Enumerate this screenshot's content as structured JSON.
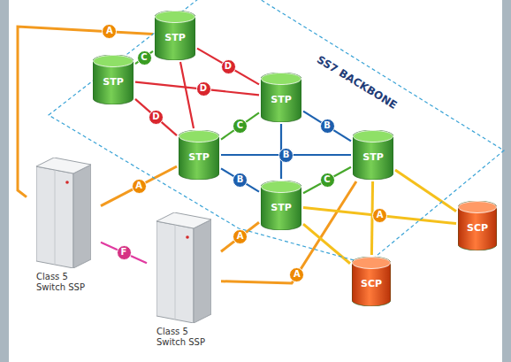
{
  "diagram": {
    "nodes": [
      {
        "text": [
          "SS7 BACKBONE"
        ]
      },
      {
        "text": [
          "STP"
        ],
        "in": 0
      },
      {
        "text": [
          "STP"
        ],
        "in": 0
      },
      {
        "text": [
          "STP"
        ],
        "in": 0
      },
      {
        "text": [
          "STP"
        ],
        "in": 0
      },
      {
        "text": [
          "STP"
        ],
        "in": 0
      },
      {
        "text": [
          "STP"
        ],
        "in": 0
      },
      {
        "text": [
          "SCP"
        ]
      },
      {
        "text": [
          "SCP"
        ]
      },
      {
        "text": [
          "Class 5 Switch SSP"
        ]
      },
      {
        "text": [
          "Class 5 Switch SSP"
        ]
      }
    ],
    "edges": [
      {
        "from": 2,
        "to": 1,
        "label": "C",
        "arrow": "none"
      },
      {
        "from": 1,
        "to": 3,
        "label": "D",
        "arrow": "none"
      },
      {
        "from": 2,
        "to": 3,
        "label": "D",
        "arrow": "none"
      },
      {
        "from": 2,
        "to": 4,
        "label": "D",
        "arrow": "none"
      },
      {
        "from": 1,
        "to": 4,
        "arrow": "none"
      },
      {
        "from": 4,
        "to": 3,
        "label": "C",
        "arrow": "none"
      },
      {
        "from": 3,
        "to": 5,
        "label": "B",
        "arrow": "none"
      },
      {
        "from": 4,
        "to": 5,
        "label": "B",
        "arrow": "none"
      },
      {
        "from": 4,
        "to": 6,
        "label": "B",
        "arrow": "none"
      },
      {
        "from": 3,
        "to": 6,
        "arrow": "none"
      },
      {
        "from": 6,
        "to": 5,
        "label": "C",
        "arrow": "none"
      },
      {
        "from": 9,
        "to": 1,
        "label": "A",
        "arrow": "none"
      },
      {
        "from": 9,
        "to": 4,
        "label": "A",
        "arrow": "none"
      },
      {
        "from": 10,
        "to": 6,
        "label": "A",
        "arrow": "none"
      },
      {
        "from": 10,
        "to": 5,
        "label": "A",
        "arrow": "none"
      },
      {
        "from": 6,
        "to": 7,
        "label": "A",
        "arrow": "none"
      },
      {
        "from": 6,
        "to": 8,
        "arrow": "none"
      },
      {
        "from": 5,
        "to": 7,
        "arrow": "none"
      },
      {
        "from": 5,
        "to": 8,
        "arrow": "none"
      },
      {
        "from": 9,
        "to": 10,
        "label": "F",
        "arrow": "none"
      }
    ]
  }
}
